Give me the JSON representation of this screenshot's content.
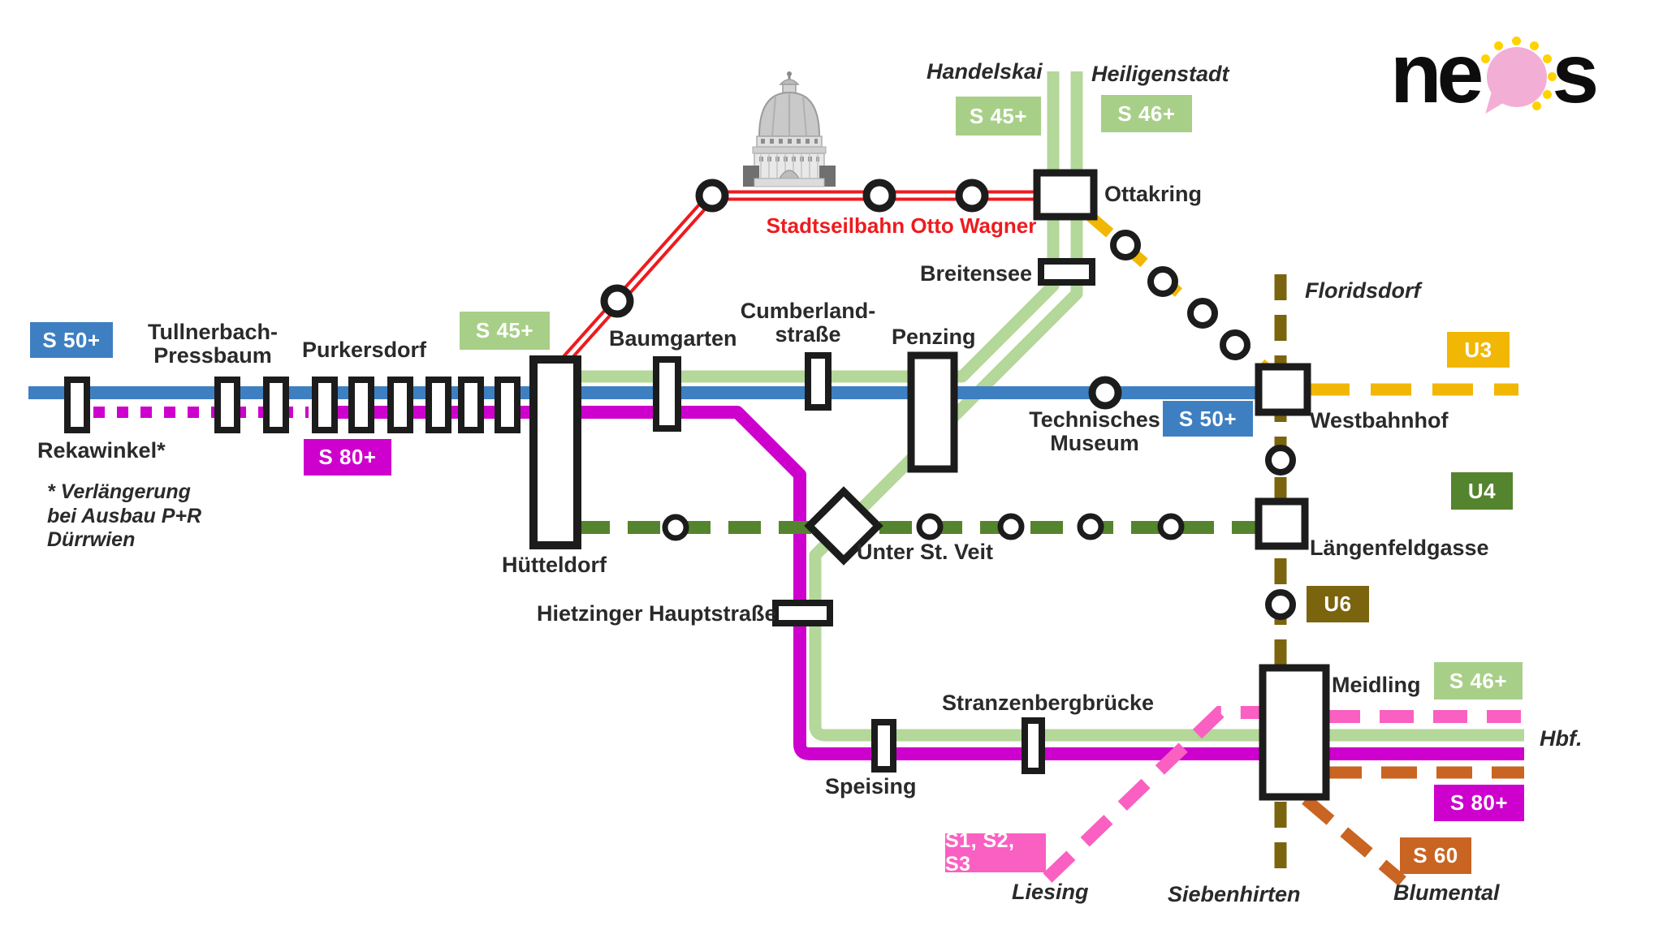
{
  "logo": {
    "ne": "ne",
    "s": "s"
  },
  "badges": {
    "s50": "S 50+",
    "s80": "S 80+",
    "s45": "S 45+",
    "s46": "S 46+",
    "u3": "U3",
    "u4": "U4",
    "u6": "U6",
    "s123": "S1, S2, S3",
    "s60": "S 60"
  },
  "stations": {
    "rekawinkel": "Rekawinkel*",
    "tullnerbach_pressbaum": "Tullnerbach-\nPressbaum",
    "purkersdorf": "Purkersdorf",
    "huetteldorf": "Hütteldorf",
    "baumgarten": "Baumgarten",
    "cumberlandstrasse": "Cumberland-\nstraße",
    "penzing": "Penzing",
    "breitensee": "Breitensee",
    "ottakring": "Ottakring",
    "westbahnhof": "Westbahnhof",
    "technisches_museum": "Technisches\nMuseum",
    "laengenfeldgasse": "Längenfeldgasse",
    "unter_st_veit": "Unter St. Veit",
    "hietzinger_hauptstrasse": "Hietzinger Hauptstraße",
    "speising": "Speising",
    "stranzenbergbruecke": "Stranzenbergbrücke",
    "meidling": "Meidling"
  },
  "termini": {
    "handelskai": "Handelskai",
    "heiligenstadt": "Heiligenstadt",
    "floridsdorf": "Floridsdorf",
    "hbf": "Hbf.",
    "liesing": "Liesing",
    "siebenhirten": "Siebenhirten",
    "blumental": "Blumental"
  },
  "annotations": {
    "stadtseilbahn": "Stadtseilbahn Otto Wagner",
    "footnote": "* Verlängerung\nbei Ausbau P+R\nDürrwien"
  },
  "colors": {
    "s50_blue": "#3e7fc1",
    "s80_magenta": "#cd00cd",
    "s4x_badge_green": "#a8cf88",
    "s4x_line_green": "#b4d79a",
    "u4_green": "#55842e",
    "u6_olive": "#7b640e",
    "u3_yellow": "#f2b705",
    "stadtseilbahn_red": "#ee1b1e",
    "s123_pink": "#f960c2",
    "s60_orange": "#c96423",
    "station_black": "#1c1c1c"
  }
}
